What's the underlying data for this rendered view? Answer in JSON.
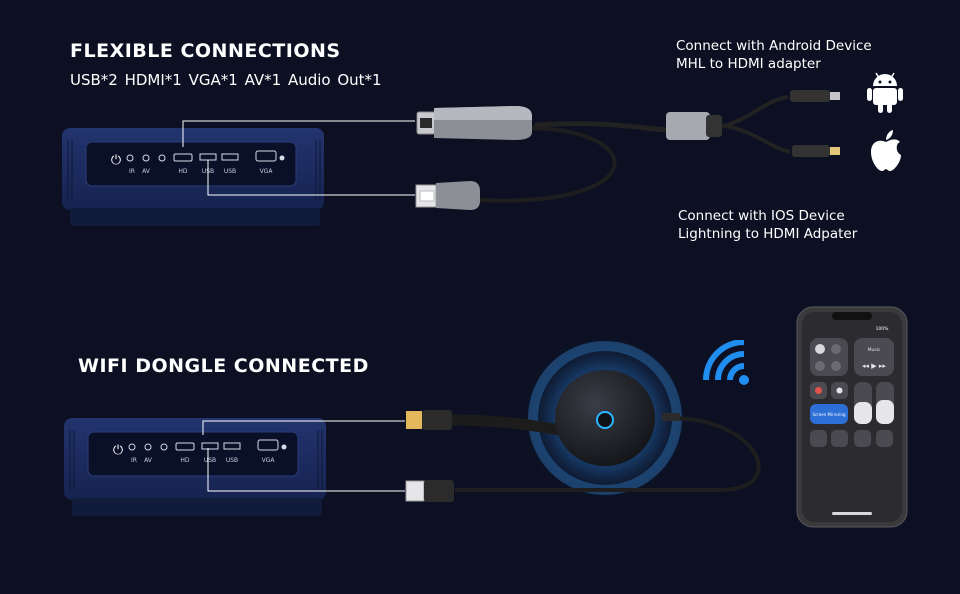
{
  "section1": {
    "heading": "FLEXIBLE CONNECTIONS",
    "specs": "USB*2   HDMI*1   VGA*1   AV*1   Audio Out*1",
    "ports": {
      "ir": "IR",
      "av": "AV",
      "hd": "HD",
      "usb1": "USB",
      "usb2": "USB",
      "vga": "VGA"
    }
  },
  "android": {
    "line1": "Connect with Android Device",
    "line2": "MHL to HDMI adapter"
  },
  "ios": {
    "line1": "Connect with IOS Device",
    "line2": "Lightning to HDMI Adpater"
  },
  "section2": {
    "heading": "WIFI DONGLE CONNECTED",
    "ports": {
      "ir": "IR",
      "av": "AV",
      "hd": "HD",
      "usb1": "USB",
      "usb2": "USB",
      "vga": "VGA"
    }
  },
  "phone": {
    "status": "100%",
    "music_label": "Music",
    "mirroring_label": "Screen Mirroring"
  },
  "colors": {
    "background": "#0c1022",
    "projector": "#1b2a5c",
    "wifi": "#1f8ef0",
    "dongle_glow": "#1f6fb5"
  }
}
